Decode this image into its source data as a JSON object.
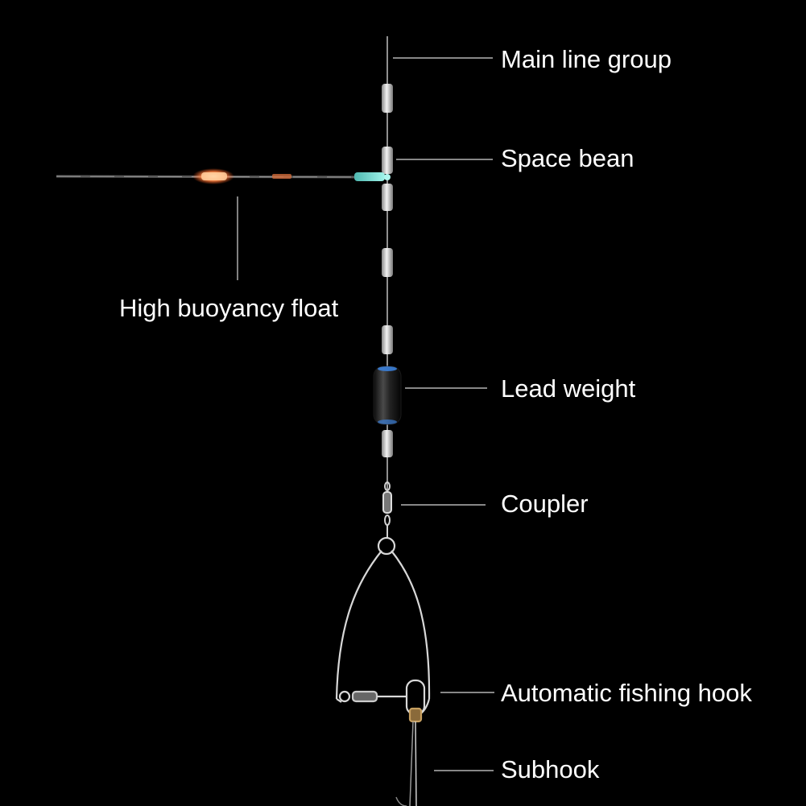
{
  "labels": {
    "main_line_group": "Main line group",
    "space_bean": "Space bean",
    "high_buoyancy_float": "High buoyancy float",
    "lead_weight": "Lead weight",
    "coupler": "Coupler",
    "automatic_fishing_hook": "Automatic fishing hook",
    "subhook": "Subhook"
  },
  "colors": {
    "background": "#000000",
    "text": "#ffffff",
    "leader_line": "#d8d8d8",
    "float_glow": "#ff7a3a",
    "float_tip": "#7fe3d8",
    "lead_highlight": "#3b7fd9"
  }
}
